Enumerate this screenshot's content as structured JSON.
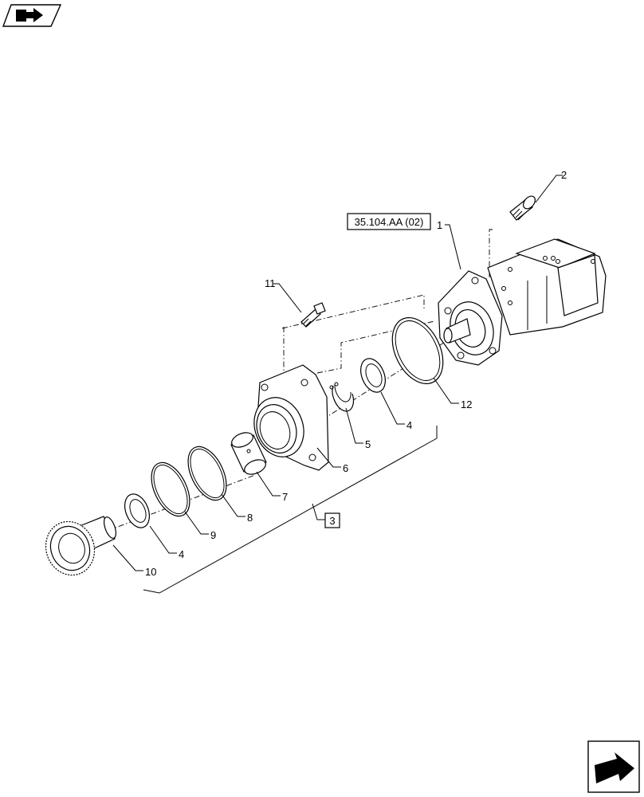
{
  "nav": {
    "top_icon": "book-arrow-icon",
    "bottom_icon": "next-page-arrow-icon"
  },
  "reference": {
    "label": "35.104.AA (02)"
  },
  "assembly_box": {
    "label": "3"
  },
  "callouts": {
    "c1": "1",
    "c2": "2",
    "c4a": "4",
    "c4b": "4",
    "c5": "5",
    "c6": "6",
    "c7": "7",
    "c8": "8",
    "c9": "9",
    "c10": "10",
    "c11": "11",
    "c12": "12"
  },
  "parts": [
    "pump",
    "screw",
    "flange-housing",
    "bushing",
    "snap-ring",
    "o-ring",
    "thrust-washer",
    "gear-shaft",
    "bolt",
    "large-o-ring"
  ]
}
